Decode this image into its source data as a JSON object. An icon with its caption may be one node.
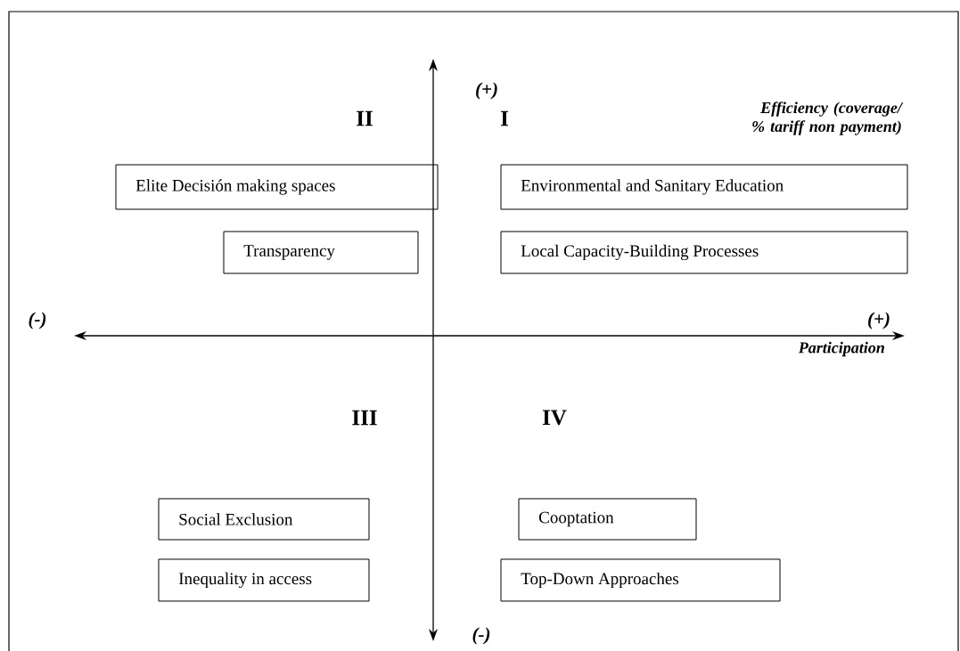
{
  "diagram": {
    "nodes": [
      {
        "text": [
          "Elite Decisión making spaces"
        ]
      },
      {
        "text": [
          "Environmental and Sanitary Education"
        ]
      },
      {
        "text": [
          "Transparency"
        ]
      },
      {
        "text": [
          "Local Capacity-Building Processes"
        ]
      },
      {
        "text": [
          "Social Exclusion"
        ]
      },
      {
        "text": [
          "Cooptation"
        ]
      },
      {
        "text": [
          "Inequality in access"
        ]
      },
      {
        "text": [
          "Top-Down Approaches"
        ]
      }
    ],
    "labels": [
      "(+)",
      "Efficiency (coverage/ % tariff non payment)",
      "II",
      "I",
      "(-)",
      "(+)",
      "Participation",
      "III",
      "IV",
      "(-)"
    ]
  }
}
